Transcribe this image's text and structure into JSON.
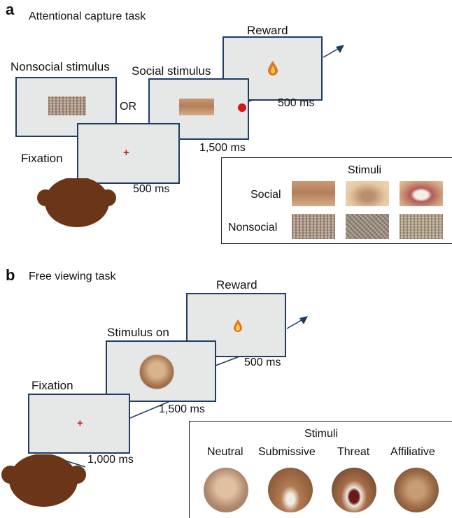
{
  "panel_a": {
    "letter": "a",
    "title": "Attentional capture task",
    "labels": {
      "reward": "Reward",
      "nonsocial_stimulus": "Nonsocial stimulus",
      "social_stimulus": "Social stimulus",
      "or": "OR",
      "fixation": "Fixation",
      "time_500_reward": "500 ms",
      "time_1500": "1,500 ms",
      "time_500_fix": "500 ms"
    },
    "fixation_symbol": "+",
    "stimuli_box": {
      "title": "Stimuli",
      "row_social": "Social",
      "row_nonsocial": "Nonsocial"
    }
  },
  "panel_b": {
    "letter": "b",
    "title": "Free viewing task",
    "labels": {
      "reward": "Reward",
      "stimulus_on": "Stimulus on",
      "fixation": "Fixation",
      "time_500": "500 ms",
      "time_1500": "1,500 ms",
      "time_1000": "1,000 ms"
    },
    "fixation_symbol": "+",
    "stimuli_box": {
      "title": "Stimuli",
      "categories": [
        "Neutral",
        "Submissive",
        "Threat",
        "Affiliative"
      ]
    }
  },
  "colors": {
    "screen_fill": "#e6e8e8",
    "screen_border": "#203c62",
    "fixation_cross": "#cc1f1f",
    "target_dot": "#d01818",
    "monkey": "#6b3518",
    "arrow": "#203c62"
  },
  "icons": [
    "monkey-head-icon",
    "reward-drop-icon",
    "target-dot-icon",
    "fixation-cross-icon"
  ]
}
